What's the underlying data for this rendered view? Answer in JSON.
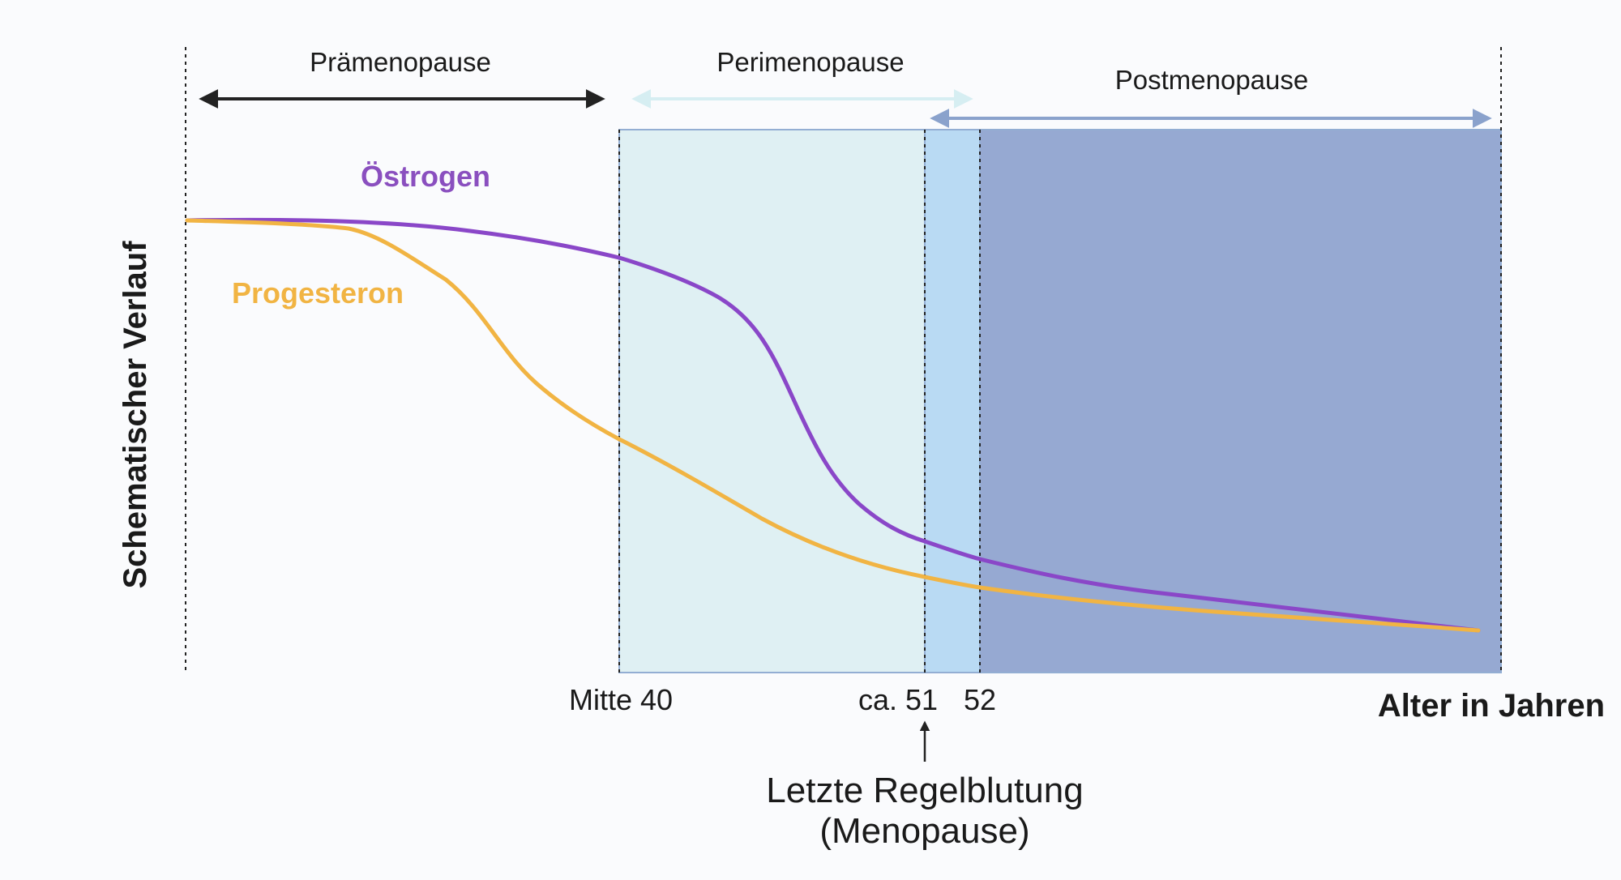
{
  "colors": {
    "background": "#fafbfd",
    "perimenopause_fill": "#dff0f3",
    "menopause_fill": "#b9daf3",
    "postmenopause_fill": "#96a9d2",
    "box_stroke": "#93aed3",
    "estrogen": "#8a47c8",
    "progesterone": "#f1b443",
    "praemenopause_arrow": "#222222",
    "perimenopause_arrow": "#d6eef2",
    "postmenopause_arrow": "#8aa2cc"
  },
  "phases": {
    "praemenopause": "Prämenopause",
    "perimenopause": "Perimenopause",
    "postmenopause": "Postmenopause"
  },
  "series": {
    "estrogen": "Östrogen",
    "progesterone": "Progesteron"
  },
  "axes": {
    "y_title": "Schematischer Verlauf",
    "x_title": "Alter in Jahren",
    "ticks": [
      "Mitte 40",
      "ca. 51",
      "52"
    ]
  },
  "annotation": {
    "line1": "Letzte Regelblutung",
    "line2": "(Menopause)"
  }
}
